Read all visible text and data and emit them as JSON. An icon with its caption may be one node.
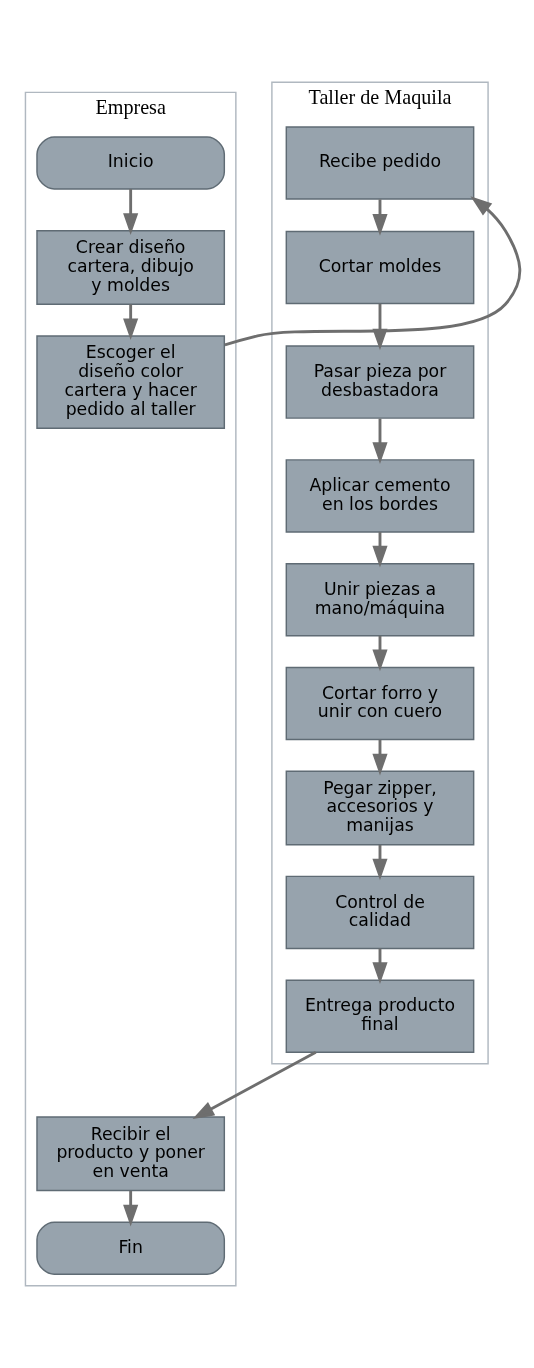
{
  "diagram": {
    "nodes": [
      {
        "text": [
          "Empresa"
        ]
      },
      {
        "text": [
          "Inicio"
        ],
        "in": 0
      },
      {
        "text": [
          "Crear diseño cartera, dibujo y moldes"
        ],
        "in": 0
      },
      {
        "text": [
          "Escoger el diseño color cartera y hacer pedido al taller"
        ],
        "in": 0
      },
      {
        "text": [
          "Recibir el producto y poner en venta"
        ],
        "in": 0
      },
      {
        "text": [
          "Fin"
        ],
        "in": 0
      },
      {
        "text": [
          "Taller de Maquila"
        ]
      },
      {
        "text": [
          "Recibe pedido"
        ],
        "in": 6
      },
      {
        "text": [
          "Cortar moldes"
        ],
        "in": 6
      },
      {
        "text": [
          "Pasar pieza por desbastadora"
        ],
        "in": 6
      },
      {
        "text": [
          "Aplicar cemento en los bordes"
        ],
        "in": 6
      },
      {
        "text": [
          "Unir piezas a mano/máquina"
        ],
        "in": 6
      },
      {
        "text": [
          "Cortar forro y unir con cuero"
        ],
        "in": 6
      },
      {
        "text": [
          "Pegar zipper, accesorios y manijas"
        ],
        "in": 6
      },
      {
        "text": [
          "Control de calidad"
        ],
        "in": 6
      },
      {
        "text": [
          "Entrega producto final"
        ],
        "in": 6
      }
    ],
    "edges": [
      {
        "from": 1,
        "to": 2,
        "arrow": "to"
      },
      {
        "from": 2,
        "to": 3,
        "arrow": "to"
      },
      {
        "from": 3,
        "to": 7,
        "arrow": "to"
      },
      {
        "from": 7,
        "to": 8,
        "arrow": "to"
      },
      {
        "from": 8,
        "to": 9,
        "arrow": "to"
      },
      {
        "from": 9,
        "to": 10,
        "arrow": "to"
      },
      {
        "from": 10,
        "to": 11,
        "arrow": "to"
      },
      {
        "from": 11,
        "to": 12,
        "arrow": "to"
      },
      {
        "from": 12,
        "to": 13,
        "arrow": "to"
      },
      {
        "from": 13,
        "to": 14,
        "arrow": "to"
      },
      {
        "from": 14,
        "to": 15,
        "arrow": "to"
      },
      {
        "from": 15,
        "to": 4,
        "arrow": "to"
      },
      {
        "from": 4,
        "to": 5,
        "arrow": "to"
      }
    ]
  }
}
